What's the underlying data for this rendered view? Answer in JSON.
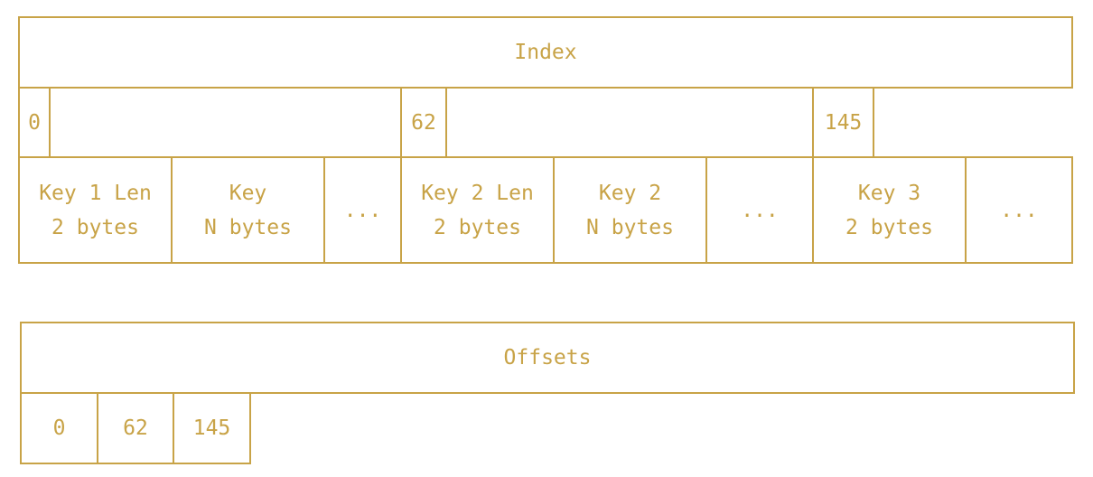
{
  "index": {
    "title": "Index",
    "offset_markers": [
      "0",
      "62",
      "145"
    ],
    "entries": [
      {
        "label": "Key 1 Len\n2 bytes"
      },
      {
        "label": "Key\nN bytes"
      },
      {
        "label": "..."
      },
      {
        "label": "Key 2 Len\n2 bytes"
      },
      {
        "label": "Key 2\nN bytes"
      },
      {
        "label": "..."
      },
      {
        "label": "Key 3\n2 bytes"
      },
      {
        "label": "..."
      }
    ]
  },
  "offsets": {
    "title": "Offsets",
    "values": [
      "0",
      "62",
      "145"
    ]
  },
  "colors": {
    "stroke": "#c8a347",
    "text": "#c8a347"
  }
}
